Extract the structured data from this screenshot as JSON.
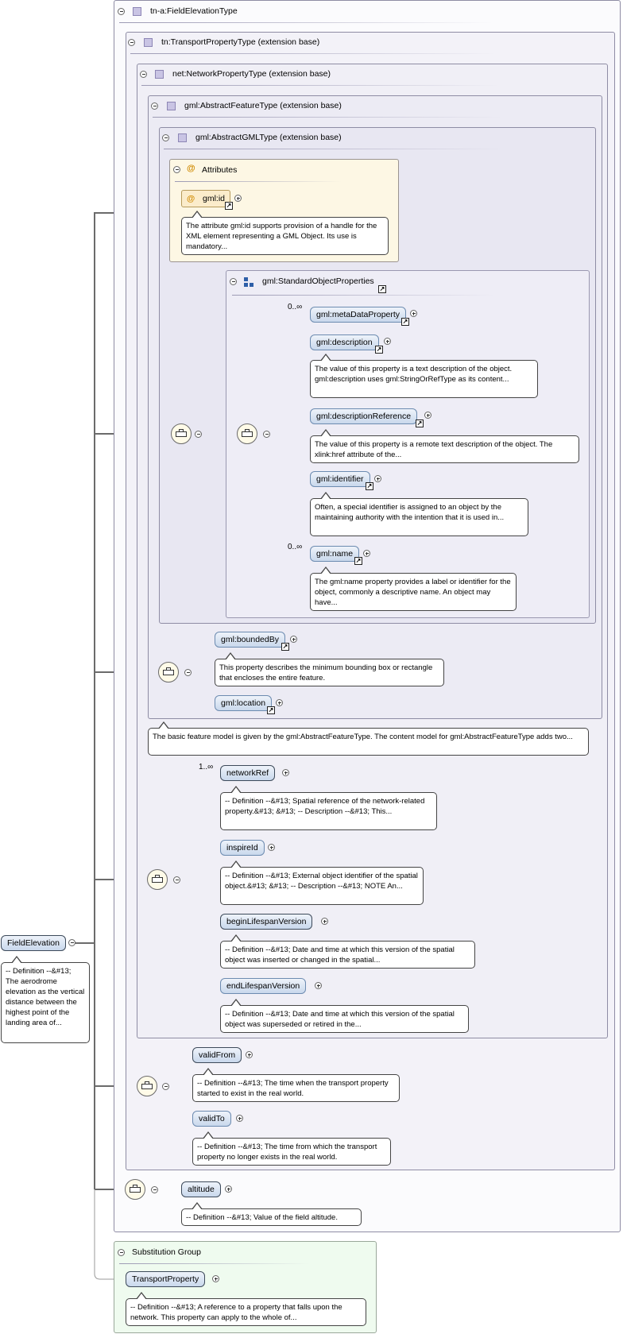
{
  "root_type": {
    "title": "tn-a:FieldElevationType"
  },
  "transport_type": {
    "title": "tn:TransportPropertyType (extension base)"
  },
  "network_type": {
    "title": "net:NetworkPropertyType (extension base)"
  },
  "feature_type": {
    "title": "gml:AbstractFeatureType (extension base)",
    "doc": "The basic feature model is given by the gml:AbstractFeatureType. The content model for gml:AbstractFeatureType adds two..."
  },
  "gml_type": {
    "title": "gml:AbstractGMLType (extension base)"
  },
  "attributes": {
    "title": "Attributes",
    "gml_id": {
      "label": "gml:id",
      "doc": "The attribute gml:id supports provision of a handle for the XML element representing a GML Object. Its use is mandatory..."
    }
  },
  "standard_props": {
    "title": "gml:StandardObjectProperties",
    "items": [
      {
        "label": "gml:metaDataProperty",
        "card": "0..∞",
        "doc": ""
      },
      {
        "label": "gml:description",
        "card": "",
        "doc": "The value of this property is a text description of the object. gml:description uses gml:StringOrRefType as its content..."
      },
      {
        "label": "gml:descriptionReference",
        "card": "",
        "doc": "The value of this property is a remote text description of the object. The xlink:href attribute of the..."
      },
      {
        "label": "gml:identifier",
        "card": "",
        "doc": "Often, a special identifier is assigned to an object by the maintaining authority with the intention that it is used in..."
      },
      {
        "label": "gml:name",
        "card": "0..∞",
        "doc": "The gml:name property provides a label or identifier for the object, commonly a descriptive name. An object may have..."
      }
    ]
  },
  "feature_elements": [
    {
      "label": "gml:boundedBy",
      "doc": "This property describes the minimum bounding box or rectangle that encloses the entire feature."
    },
    {
      "label": "gml:location",
      "doc": ""
    }
  ],
  "network_elements": [
    {
      "label": "networkRef",
      "card": "1..∞",
      "doc": "-- Definition --&#13; Spatial reference of the network-related property.&#13; &#13; -- Description --&#13; This..."
    },
    {
      "label": "inspireId",
      "card": "",
      "doc": "-- Definition --&#13; External object identifier of the spatial object.&#13; &#13; -- Description --&#13; NOTE An..."
    },
    {
      "label": "beginLifespanVersion",
      "card": "",
      "doc": "-- Definition --&#13; Date and time at which this version of the spatial object was inserted or changed in the spatial..."
    },
    {
      "label": "endLifespanVersion",
      "card": "",
      "doc": "-- Definition --&#13; Date and time at which this version of the spatial object was superseded or retired in the..."
    }
  ],
  "transport_elements": [
    {
      "label": "validFrom",
      "doc": "-- Definition --&#13; The time when the transport property started to exist in the real world."
    },
    {
      "label": "validTo",
      "doc": "-- Definition --&#13; The time from which the transport property no longer exists in the real world."
    }
  ],
  "altitude": {
    "label": "altitude",
    "doc": "-- Definition --&#13; Value of the field altitude."
  },
  "root_element": {
    "label": "FieldElevation",
    "doc": "-- Definition --&#13; The aerodrome elevation as the vertical distance between the highest point of the landing area of..."
  },
  "substitution": {
    "title": "Substitution Group",
    "element": {
      "label": "TransportProperty",
      "doc": "-- Definition --&#13; A reference to a property that falls upon the network. This property can apply to the whole of..."
    }
  },
  "colors": {
    "attributes_bg": "#fdf7e4",
    "substitution_bg": "#effbef",
    "type_bg": "#f3f2f8",
    "element_fill": "#dbe6f4"
  }
}
